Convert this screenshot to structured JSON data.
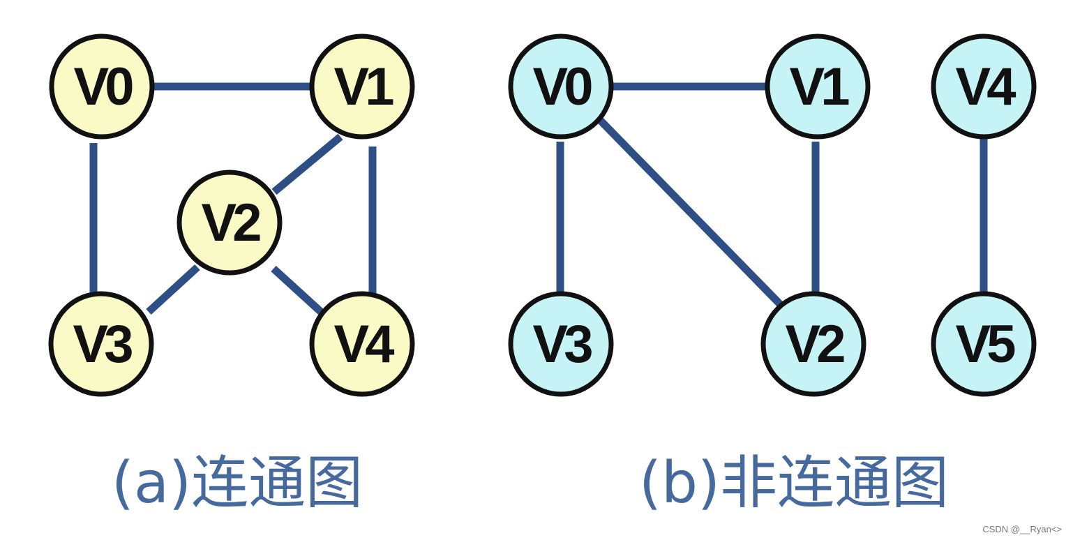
{
  "colors": {
    "edge": "#2d4f85",
    "node_stroke": "#111111",
    "graph_a_fill": "#fafac7",
    "graph_b_fill": "#c6f3f5",
    "caption": "#476a9e",
    "watermark": "#777777"
  },
  "graphs": [
    {
      "caption": "(a)连通图",
      "nodes": [
        {
          "id": "a-v0",
          "label": "V0"
        },
        {
          "id": "a-v1",
          "label": "V1"
        },
        {
          "id": "a-v2",
          "label": "V2"
        },
        {
          "id": "a-v3",
          "label": "V3"
        },
        {
          "id": "a-v4",
          "label": "V4"
        }
      ],
      "edges": [
        [
          "V0",
          "V1"
        ],
        [
          "V0",
          "V3"
        ],
        [
          "V1",
          "V2"
        ],
        [
          "V1",
          "V4"
        ],
        [
          "V2",
          "V3"
        ],
        [
          "V2",
          "V4"
        ]
      ]
    },
    {
      "caption": "(b)非连通图",
      "nodes": [
        {
          "id": "b-v0",
          "label": "V0"
        },
        {
          "id": "b-v1",
          "label": "V1"
        },
        {
          "id": "b-v3",
          "label": "V3"
        },
        {
          "id": "b-v2",
          "label": "V2"
        },
        {
          "id": "b-v4",
          "label": "V4"
        },
        {
          "id": "b-v5",
          "label": "V5"
        }
      ],
      "edges": [
        [
          "V0",
          "V1"
        ],
        [
          "V0",
          "V3"
        ],
        [
          "V0",
          "V2"
        ],
        [
          "V1",
          "V2"
        ],
        [
          "V4",
          "V5"
        ]
      ]
    }
  ],
  "watermark": "CSDN @__Ryan<>"
}
